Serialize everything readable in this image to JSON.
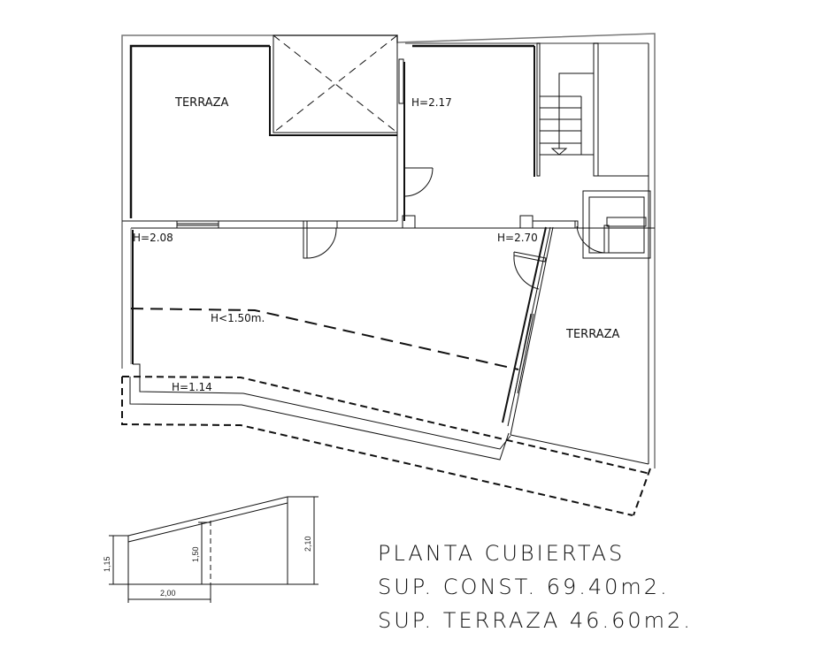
{
  "drawing": {
    "title": "PLANTA CUBIERTAS",
    "surface_built": "SUP. CONST. 69.40m2.",
    "surface_terrace": "SUP. TERRAZA 46.60m2."
  },
  "rooms": {
    "terraza_left": "TERRAZA",
    "terraza_right": "TERRAZA"
  },
  "heights": {
    "room_upper": "H=2.17",
    "room_left": "H=2.08",
    "room_center": "H=2.70",
    "limit_line": "H<1.50m.",
    "eave": "H=1.14"
  },
  "section": {
    "dim_left": "1,15",
    "dim_mid": "1,50",
    "dim_right": "2,10",
    "dim_bottom": "2,00"
  },
  "colors": {
    "line": "#111111",
    "wall_gray": "#777777",
    "background": "#ffffff"
  }
}
